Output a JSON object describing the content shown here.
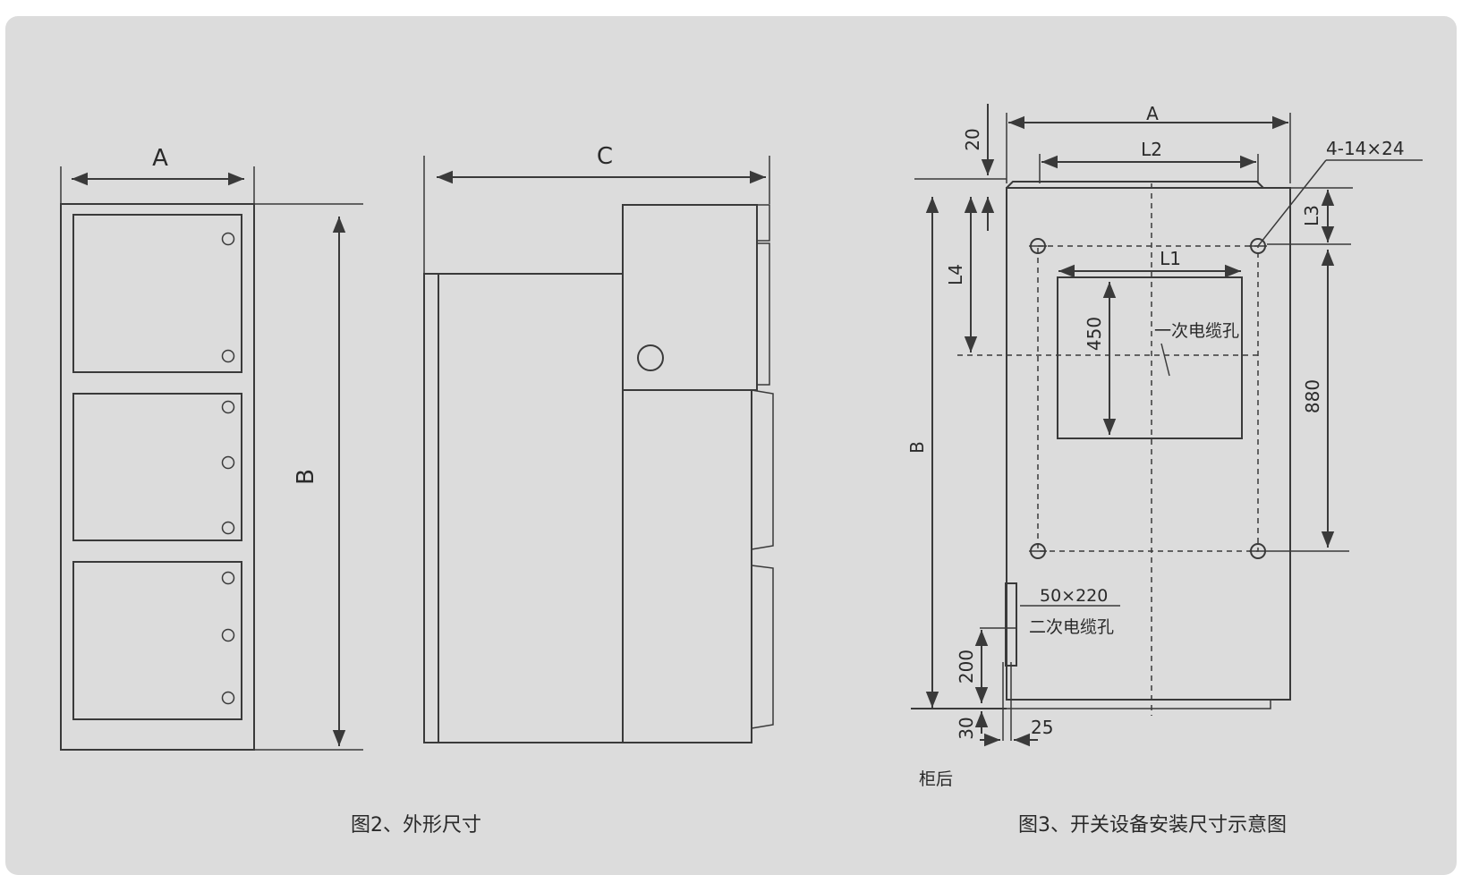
{
  "fig2": {
    "caption": "图2、外形尺寸",
    "dim_a": "A",
    "dim_b": "B",
    "dim_c": "C"
  },
  "fig3": {
    "caption": "图3、开关设备安装尺寸示意图",
    "dim_a": "A",
    "dim_b": "B",
    "dim_l1": "L1",
    "dim_l2": "L2",
    "dim_l3": "L3",
    "dim_l4": "L4",
    "dim_20": "20",
    "dim_450": "450",
    "dim_880": "880",
    "dim_200": "200",
    "dim_30": "30",
    "dim_25": "25",
    "hole_spec": "4-14×24",
    "slot_spec": "50×220",
    "primary_cable_hole": "一次电缆孔",
    "secondary_cable_hole": "二次电缆孔",
    "rear_label": "柜后"
  }
}
